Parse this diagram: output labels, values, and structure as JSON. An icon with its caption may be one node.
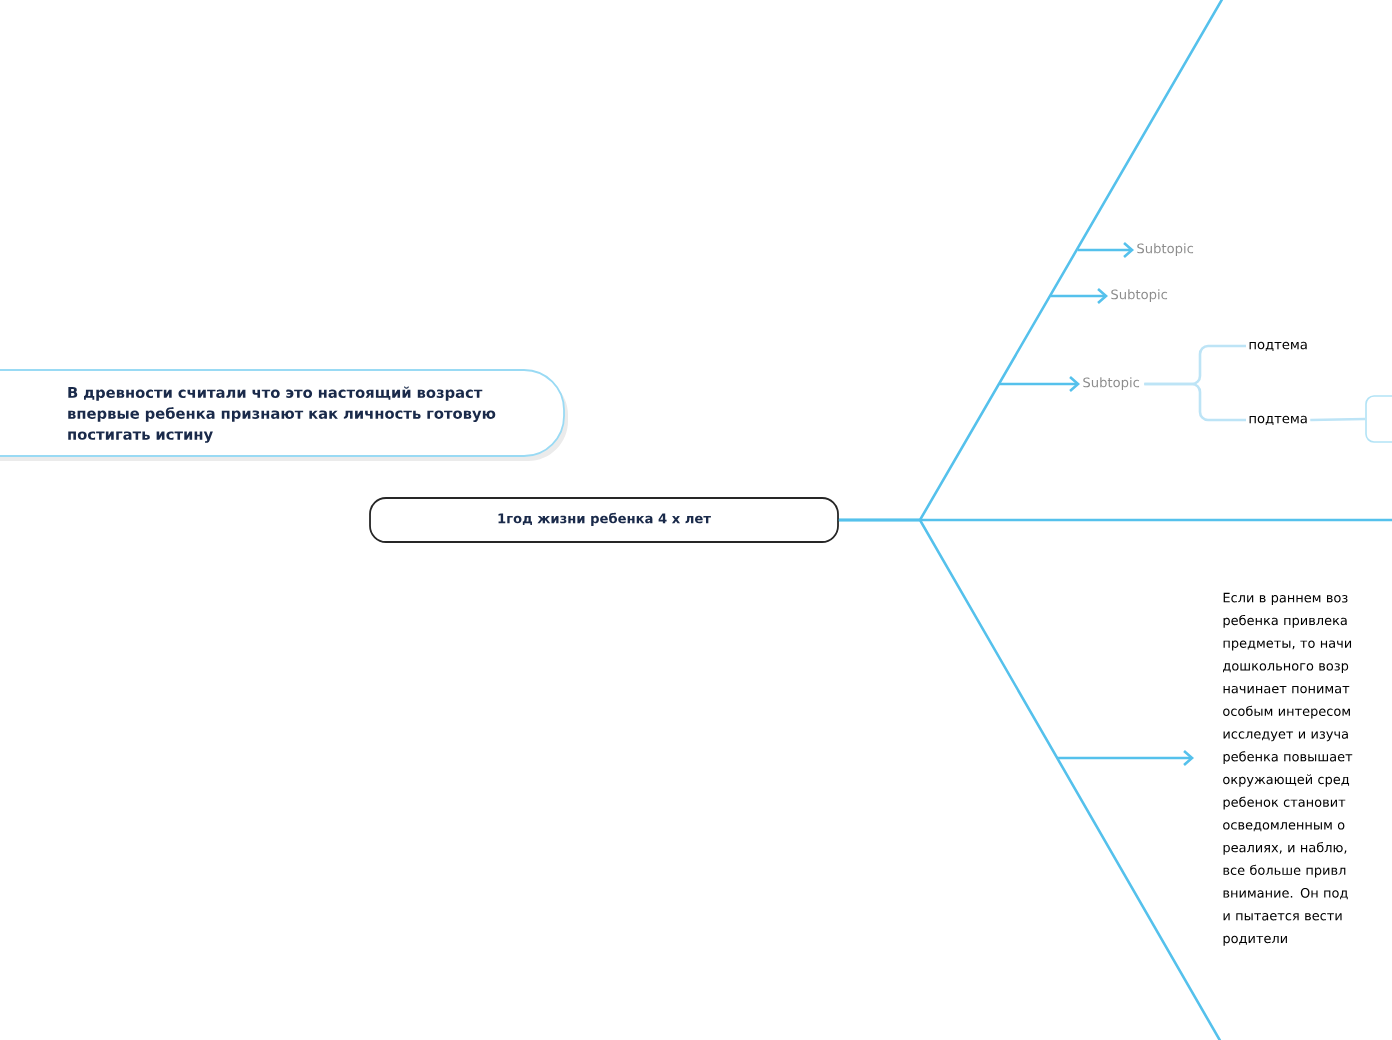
{
  "diagram": {
    "nodes": [
      {
        "text": [
          "1год жизни ребенка 4 х лет"
        ]
      },
      {
        "text": [
          "В древности считали что это настоящий возраст впервые ребенка признают как личность готовую постигать истину"
        ]
      },
      {
        "text": [
          "Subtopic"
        ]
      },
      {
        "text": [
          "Subtopic"
        ]
      },
      {
        "text": [
          "Subtopic"
        ]
      },
      {
        "text": [
          "подтема"
        ]
      },
      {
        "text": [
          "подтема"
        ]
      },
      {
        "text": [],
        "shape": "box"
      },
      {
        "text": [
          "Если в раннем воз ребенка привлека предметы, то начи дошкольного возр начинает понимат особым интересом исследует и изуча ребенка повышает окружающей сред ребенок становит осведомленным о реалиях, и наблю, все больше привл внимание. Он под и пытается вести родители"
        ]
      }
    ],
    "edges": [
      {
        "from": 0,
        "to": null,
        "arrow": "none"
      },
      {
        "from": 0,
        "to": null,
        "arrow": "none"
      },
      {
        "from": 0,
        "to": null,
        "arrow": "none"
      },
      {
        "from": null,
        "to": 2,
        "arrow": "to"
      },
      {
        "from": null,
        "to": 3,
        "arrow": "to"
      },
      {
        "from": null,
        "to": 4,
        "arrow": "to"
      },
      {
        "from": 4,
        "to": 5,
        "arrow": "none",
        "color": "#bde4f6"
      },
      {
        "from": 4,
        "to": 6,
        "arrow": "none",
        "color": "#bde4f6"
      },
      {
        "from": 6,
        "to": 7,
        "arrow": "none",
        "color": "#bde4f6"
      },
      {
        "from": null,
        "to": 8,
        "arrow": "to"
      }
    ]
  }
}
